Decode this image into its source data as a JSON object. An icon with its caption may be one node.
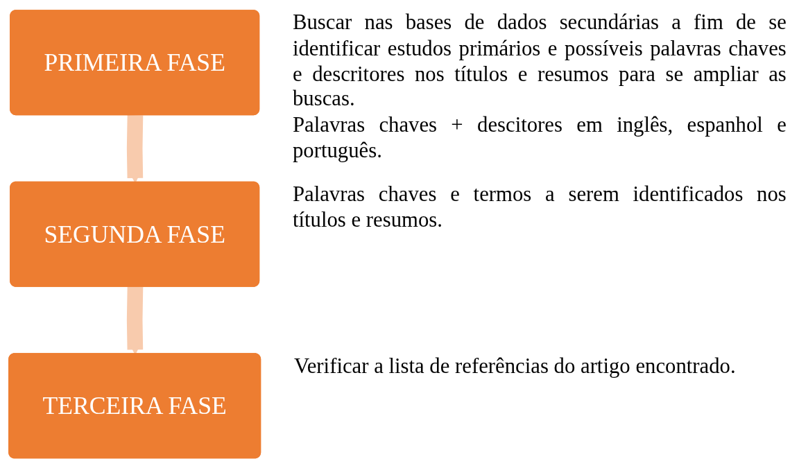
{
  "diagram": {
    "nodes": [
      {
        "text": [
          "PRIMEIRA FASE"
        ],
        "beside": [
          "Buscar nas bases de dados secundárias a fim de se identificar estudos primários e possíveis palavras chaves e descritores nos títulos e resumos para se ampliar as buscas.",
          "Palavras chaves + descitores em inglês, espanhol e português."
        ]
      },
      {
        "text": [
          "SEGUNDA FASE"
        ],
        "beside": [
          "Palavras chaves e termos a serem identificados nos títulos e resumos."
        ]
      },
      {
        "text": [
          "TERCEIRA FASE"
        ],
        "beside": [
          "Verificar a lista de referências do artigo encontrado."
        ]
      }
    ],
    "edges": [
      {
        "from": 0,
        "to": 1,
        "arrow": "to"
      },
      {
        "from": 1,
        "to": 2,
        "arrow": "to"
      }
    ]
  }
}
